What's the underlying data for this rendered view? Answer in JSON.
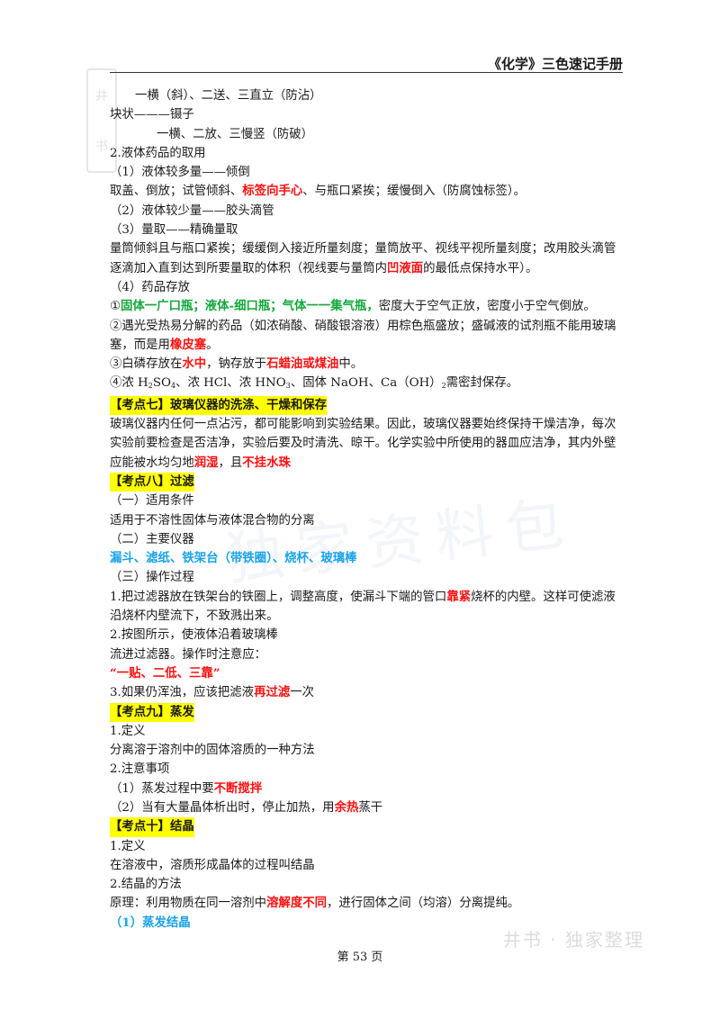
{
  "header": {
    "title": "《化学》三色速记手册"
  },
  "seal_text": [
    "井",
    "书"
  ],
  "watermarks": {
    "middle": "独家资料包",
    "bottom": "井书 · 独家整理"
  },
  "lines": {
    "l1": "一横（斜）、二送、三直立（防沾）",
    "l2": "块状———镊子",
    "l3": "一横、二放、三慢竖（防破）",
    "l4": "2.液体药品的取用",
    "l5": "（1）液体较多量——倾倒",
    "l6a": "取盖、倒放；试管倾斜、",
    "l6b": "标签向手心",
    "l6c": "、与瓶口紧挨；缓慢倒入（防腐蚀标签）。",
    "l7": "（2）液体较少量——胶头滴管",
    "l8": "（3）量取——精确量取",
    "l9a": "量筒倾斜且与瓶口紧挨；缓缓倒入接近所量刻度；量筒放平、视线平视所量刻度；改用胶头滴管逐滴加入直到达到所要量取的体积（视线要与量筒内",
    "l9b": "凹液面",
    "l9c": "的最低点保持水平）。",
    "l10": "（4）药品存放",
    "l11a": "①",
    "l11b": "固体一广口瓶；液体-细口瓶；气体一一集气瓶，",
    "l11c": "密度大于空气正放，密度小于空气倒放。",
    "l12a": "②遇光受热易分解的药品（如浓硝酸、硝酸银溶液）用棕色瓶盛放；盛碱液的试剂瓶不能用玻璃塞，而是用",
    "l12b": "橡皮塞",
    "l12c": "。",
    "l13a": "③白磷存放在",
    "l13b": "水中",
    "l13c": "，钠存放于",
    "l13d": "石蜡油或煤油",
    "l13e": "中。",
    "l14a": "④浓 H",
    "l14b": "2",
    "l14c": "SO",
    "l14d": "4",
    "l14e": "、浓 HCl、浓 HNO",
    "l14f": "3",
    "l14g": "、固体 NaOH、Ca（OH）",
    "l14h": "2",
    "l14i": "需密封保存。",
    "h7": "【考点七】玻璃仪器的洗涤、干燥和保存",
    "p7a": "玻璃仪器内任何一点沾污，都可能影响到实验结果。因此，玻璃仪器要始终保持干燥洁净，每次实验前要检查是否洁净，实验后要及时清洗、晾干。化学实验中所使用的器皿应洁净，其内外壁应能被水均匀地",
    "p7b": "润湿",
    "p7c": "，且",
    "p7d": "不挂水珠",
    "h8": "【考点八】过滤",
    "s8_1": "（一）适用条件",
    "s8_1t": "适用于不溶性固体与液体混合物的分离",
    "s8_2": "（二）主要仪器",
    "s8_2t": "漏斗、滤纸、铁架台（带铁圈）、烧杯、玻璃棒",
    "s8_3": "（三）操作过程",
    "s8_3a": "1.把过滤器放在铁架台的铁圈上，调整高度，使漏斗下端的管口",
    "s8_3b": "靠紧",
    "s8_3c": "烧杯的内壁。这样可使滤液沿烧杯内壁流下，不致溅出来。",
    "s8_4": "2.按图所示，使液体沿着玻璃棒",
    "s8_5": "流进过滤器。操作时注意应：",
    "s8_6": "“一贴、二低、三靠”",
    "s8_7a": "3.如果仍浑浊，应该把滤液",
    "s8_7b": "再过滤",
    "s8_7c": "一次",
    "h9": "【考点九】蒸发",
    "s9_1": "1.定义",
    "s9_1t": "分离溶于溶剂中的固体溶质的一种方法",
    "s9_2": "2.注意事项",
    "s9_3a": "（1）蒸发过程中要",
    "s9_3b": "不断搅拌",
    "s9_4a": "（2）当有大量晶体析出时，停止加热，用",
    "s9_4b": "余热",
    "s9_4c": "蒸干",
    "h10": "【考点十】结晶",
    "s10_1": "1.定义",
    "s10_1t": "在溶液中，溶质形成晶体的过程叫结晶",
    "s10_2": "2.结晶的方法",
    "s10_3a": "原理：利用物质在同一溶剂中",
    "s10_3b": "溶解度不同",
    "s10_3c": "，进行固体之间（均溶）分离提纯。",
    "s10_4": "（1）蒸发结晶"
  },
  "footer": {
    "page": "第 53 页"
  },
  "colors": {
    "highlight": "#ffff00",
    "red": "#ff1010",
    "green": "#14a83b",
    "blue": "#1aa3e8"
  }
}
